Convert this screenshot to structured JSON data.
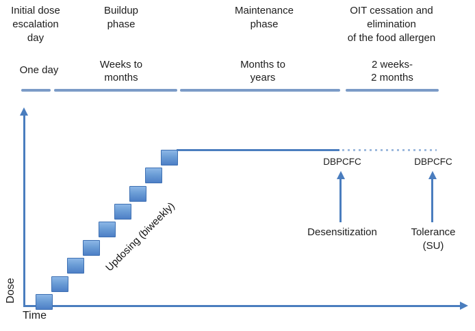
{
  "figure": {
    "description_labels": {
      "y_axis_label": "Dose",
      "x_axis_label": "Time",
      "updosing_label": "Updosing (biweekly)"
    }
  },
  "phases": [
    {
      "title": "Initial dose\nescalation\nday",
      "duration": "One day"
    },
    {
      "title": "Buildup\nphase",
      "duration": "Weeks to\nmonths"
    },
    {
      "title": "Maintenance\nphase",
      "duration": "Months to\nyears"
    },
    {
      "title": "OIT cessation and\nelimination\nof the food allergen",
      "duration": "2 weeks-\n2 months"
    }
  ],
  "chart": {
    "y_axis_label": "Dose",
    "x_axis_label": "Time",
    "updosing_label": "Updosing (biweekly)",
    "steps": 9,
    "annotations": [
      {
        "label": "DBPCFC",
        "sublabel": "Desensitization"
      },
      {
        "label": "DBPCFC",
        "sublabel": "Tolerance\n(SU)"
      }
    ]
  },
  "colors": {
    "axis_blue": "#4a7dbe",
    "bar_blue": "#7b9bc7",
    "square_gradient_top": "#8cb6e6",
    "square_gradient_bottom": "#4d7fc6",
    "square_border": "#3d6fb2",
    "dotted_line_blue": "#9db9dd",
    "text": "#1c1c1c"
  }
}
